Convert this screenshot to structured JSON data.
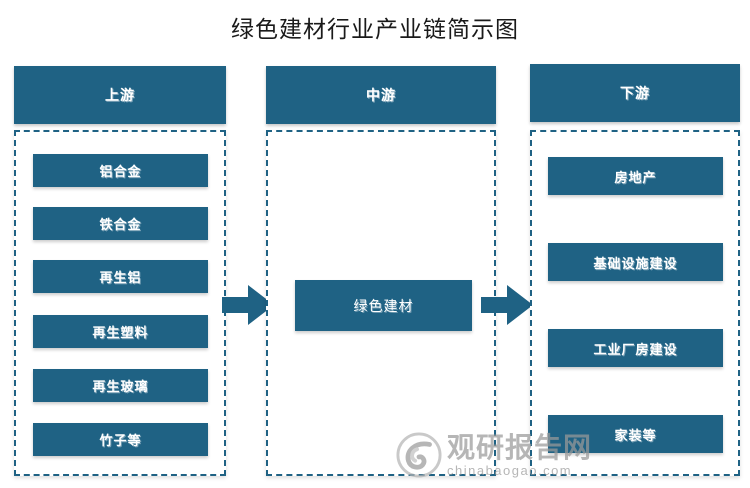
{
  "title": "绿色建材行业产业链简示图",
  "colors": {
    "accent": "#1f6284",
    "background": "#ffffff",
    "title_text": "#1a1a1a",
    "watermark": "#9a9a9a"
  },
  "columns": {
    "upstream": {
      "header": "上游",
      "items": [
        {
          "label": "铝合金"
        },
        {
          "label": "铁合金"
        },
        {
          "label": "再生铝"
        },
        {
          "label": "再生塑料"
        },
        {
          "label": "再生玻璃"
        },
        {
          "label": "竹子等"
        }
      ]
    },
    "midstream": {
      "header": "中游",
      "items": [
        {
          "label": "绿色建材"
        }
      ]
    },
    "downstream": {
      "header": "下游",
      "items": [
        {
          "label": "房地产"
        },
        {
          "label": "基础设施建设"
        },
        {
          "label": "工业厂房建设"
        },
        {
          "label": "家装等"
        }
      ]
    }
  },
  "connectors": [
    {
      "name": "upstream-to-midstream",
      "icon": "right-arrow-icon"
    },
    {
      "name": "midstream-to-downstream",
      "icon": "right-arrow-icon"
    }
  ],
  "watermark": {
    "name": "观研报告网",
    "url": "chinabaogao.com",
    "icon": "swirl-logo-icon"
  }
}
